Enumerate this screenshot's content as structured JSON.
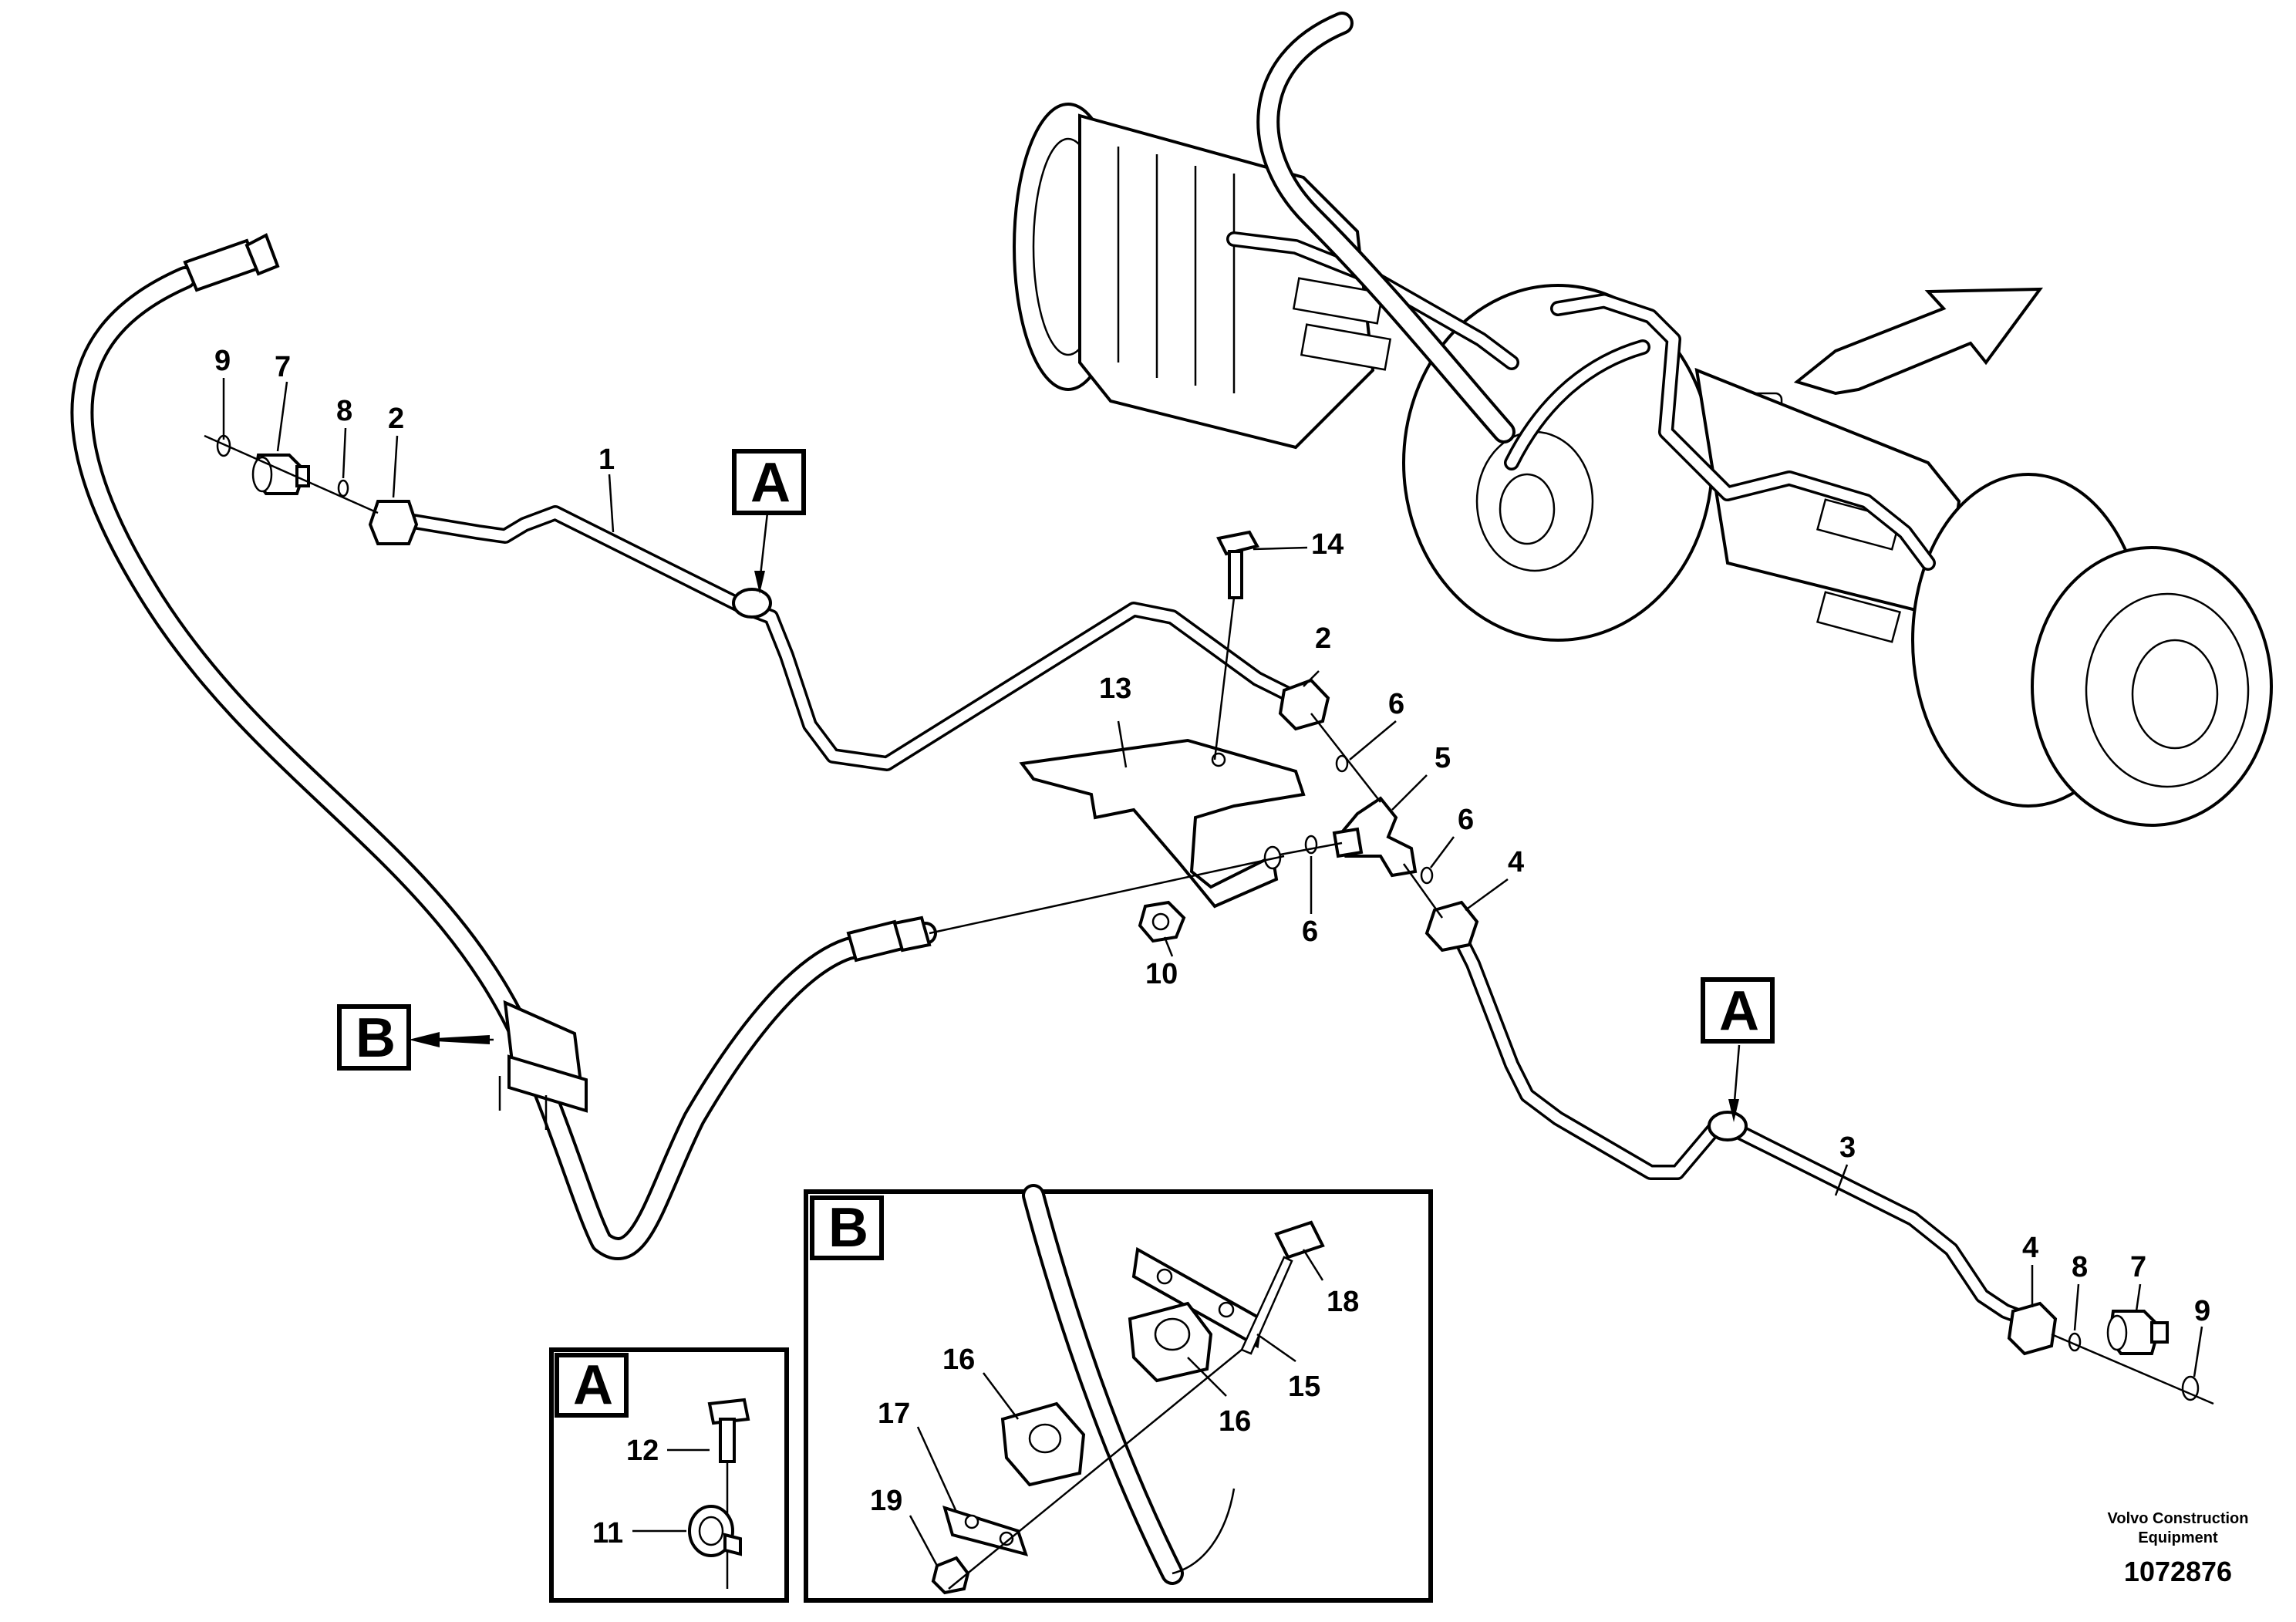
{
  "callouts": {
    "c1": "1",
    "c2a": "2",
    "c2b": "2",
    "c3": "3",
    "c4a": "4",
    "c4b": "4",
    "c5": "5",
    "c6a": "6",
    "c6b": "6",
    "c6c": "6",
    "c7a": "7",
    "c7b": "7",
    "c8a": "8",
    "c8b": "8",
    "c9a": "9",
    "c9b": "9",
    "c10": "10",
    "c11": "11",
    "c12": "12",
    "c13": "13",
    "c14": "14",
    "c15": "15",
    "c16a": "16",
    "c16b": "16",
    "c17": "17",
    "c18": "18",
    "c19": "19"
  },
  "detail_markers": {
    "a_top": "A",
    "a_right": "A",
    "b_left": "B",
    "detail_a_title": "A",
    "detail_b_title": "B"
  },
  "credit": {
    "line1": "Volvo Construction",
    "line2": "Equipment",
    "doc_number": "1072876"
  }
}
